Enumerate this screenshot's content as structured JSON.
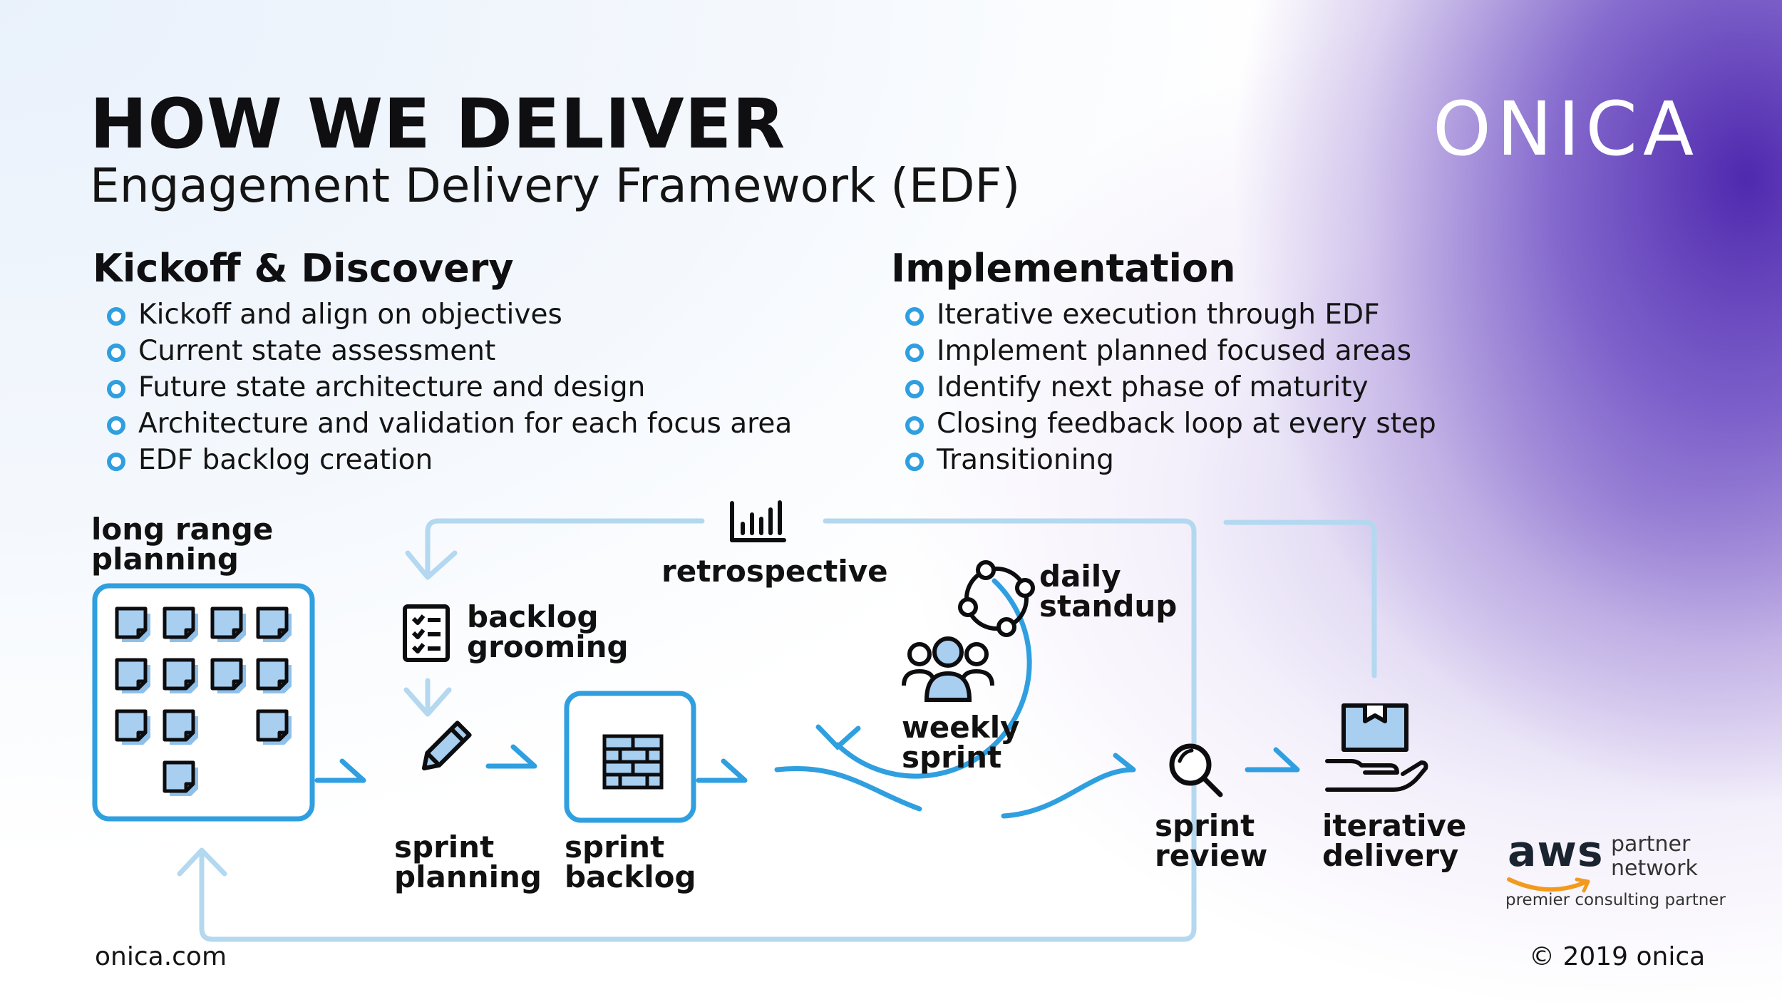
{
  "header": {
    "title": "HOW WE DELIVER",
    "subtitle": "Engagement Delivery Framework (EDF)",
    "logo": "ONICA"
  },
  "sections": [
    {
      "heading": "Kickoff & Discovery",
      "items": [
        "Kickoff and align on objectives",
        "Current state assessment",
        "Future state architecture and design",
        "Architecture and validation for each focus area",
        "EDF backlog creation"
      ]
    },
    {
      "heading": "Implementation",
      "items": [
        "Iterative execution through EDF",
        "Implement planned focused areas",
        "Identify next phase of maturity",
        "Closing feedback loop at every step",
        "Transitioning"
      ]
    }
  ],
  "diagram": {
    "long_range_planning": [
      "long range",
      "planning"
    ],
    "backlog_grooming": [
      "backlog",
      "grooming"
    ],
    "retrospective": "retrospective",
    "daily_standup": [
      "daily",
      "standup"
    ],
    "weekly_sprint": [
      "weekly",
      "sprint"
    ],
    "sprint_planning": [
      "sprint",
      "planning"
    ],
    "sprint_backlog": [
      "sprint",
      "backlog"
    ],
    "sprint_review": [
      "sprint",
      "review"
    ],
    "iterative_delivery": [
      "iterative",
      "delivery"
    ]
  },
  "icons": {
    "planning_board": "sticky-notes-board-icon",
    "sprint_planning": "pencil-icon",
    "sprint_backlog": "bricks-stack-icon",
    "retrospective": "bar-chart-icon",
    "backlog_grooming": "checklist-icon",
    "daily_standup": "circular-nodes-icon",
    "weekly_sprint": "team-people-icon",
    "sprint_review": "magnifier-icon",
    "iterative_delivery": "hand-with-box-icon"
  },
  "colors": {
    "accent_blue": "#2f9fe0",
    "light_blue": "#a9d3ef",
    "note_fill": "#a8cff0",
    "text_dark": "#111111"
  },
  "partner_badge": {
    "aws": "aws",
    "partner_line1": "partner",
    "partner_line2": "network",
    "tagline": "premier consulting partner"
  },
  "footer": {
    "website": "onica.com",
    "copyright": "© 2019 onica"
  }
}
